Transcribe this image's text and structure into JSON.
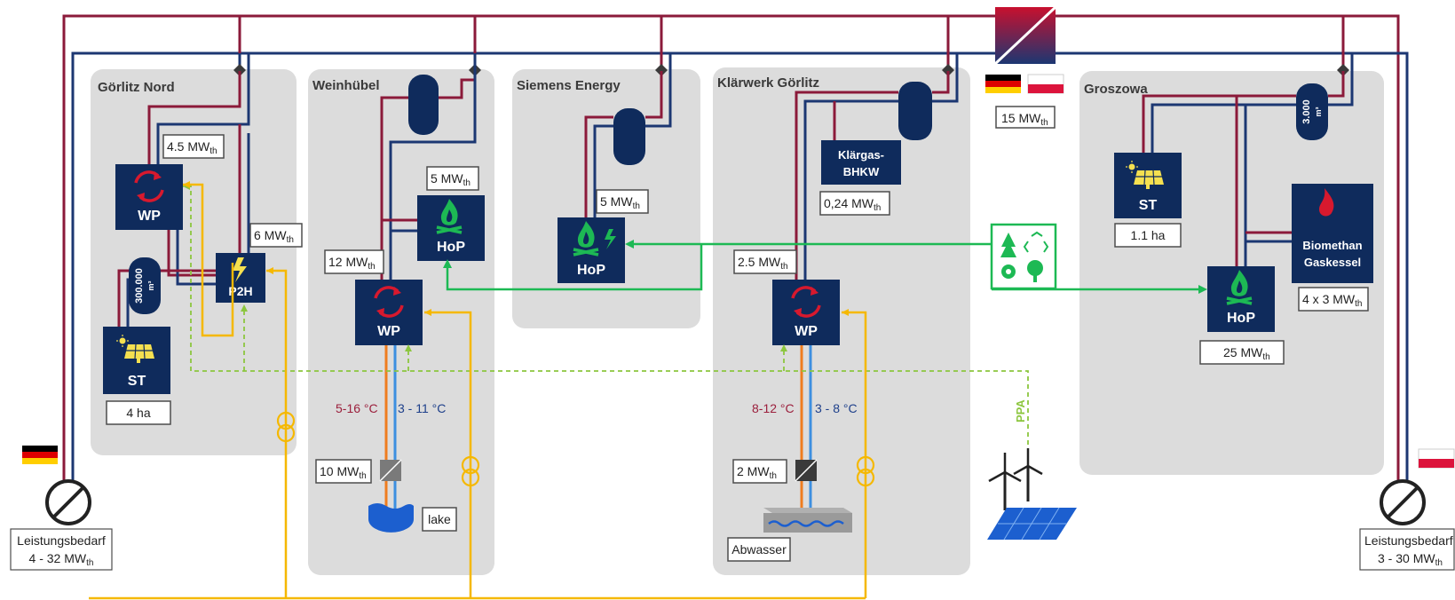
{
  "sites": {
    "goerlitz_nord": "Görlitz Nord",
    "weinhuebel": "Weinhübel",
    "siemens": "Siemens Energy",
    "klaerwerk": "Klärwerk Görlitz",
    "groszowa": "Groszowa"
  },
  "blocks": {
    "wp": "WP",
    "p2h": "P2H",
    "st": "ST",
    "hop": "HoP",
    "storage_gn_1": "300.000",
    "storage_gn_2": "m³",
    "storage_gr_1": "3.000",
    "storage_gr_2": "m³",
    "bhkw_1": "Klärgas-",
    "bhkw_2": "BHKW",
    "biomethan_1": "Biomethan",
    "biomethan_2": "Gaskessel"
  },
  "labels": {
    "gn_wp_power": {
      "main": "4.5 MW",
      "sub": "th"
    },
    "gn_p2h_power": {
      "main": "6 MW",
      "sub": "th"
    },
    "gn_st_area": "4 ha",
    "wh_hop_power": {
      "main": "5 MW",
      "sub": "th"
    },
    "wh_wp_power": {
      "main": "12 MW",
      "sub": "th"
    },
    "wh_hx_power": {
      "main": "10 MW",
      "sub": "th"
    },
    "wh_warm_temp": "5-16 °C",
    "wh_cold_temp": "3 - 11 °C",
    "wh_lake": "lake",
    "se_hop_power": {
      "main": "5 MW",
      "sub": "th"
    },
    "kw_bhkw_power": {
      "main": "0,24 MW",
      "sub": "th"
    },
    "kw_wp_power": {
      "main": "2.5 MW",
      "sub": "th"
    },
    "kw_hx_power": {
      "main": "2 MW",
      "sub": "th"
    },
    "kw_warm_temp": "8-12 °C",
    "kw_cold_temp": "3 - 8 °C",
    "kw_abwasser": "Abwasser",
    "interconnect_power": {
      "main": "15 MW",
      "sub": "th"
    },
    "gr_st_area": "1.1 ha",
    "gr_boiler_power": {
      "main": "4 x 3 MW",
      "sub": "th"
    },
    "gr_hop_power": {
      "main": "25 MW",
      "sub": "th"
    },
    "ppa": "PPA",
    "demand_de_title": "Leistungsbedarf",
    "demand_de_range": {
      "main": "4 - 32 MW",
      "sub": "th"
    },
    "demand_pl_title": "Leistungsbedarf",
    "demand_pl_range": {
      "main": "3 - 30 MW",
      "sub": "th"
    }
  },
  "colors": {
    "supply": "#8b1a3a",
    "return": "#1c3772",
    "electric": "#f5b800",
    "biomass": "#1db954",
    "ppa": "#8cc63f",
    "block": "#0f2b5c",
    "site_bg": "#dcdcdc",
    "warm_pipe": "#ef7d1f",
    "cold_pipe": "#3d8fe0"
  },
  "icons": {
    "heat_pump": "circular-arrows-icon",
    "p2h": "lightning-icon",
    "solar_thermal": "solar-panel-icon",
    "hop": "flame-icon",
    "biomass_source": "trees-recycle-icon",
    "wind_pv": "wind-turbine-icon",
    "flag_de": "germany-flag-icon",
    "flag_pl": "poland-flag-icon"
  }
}
